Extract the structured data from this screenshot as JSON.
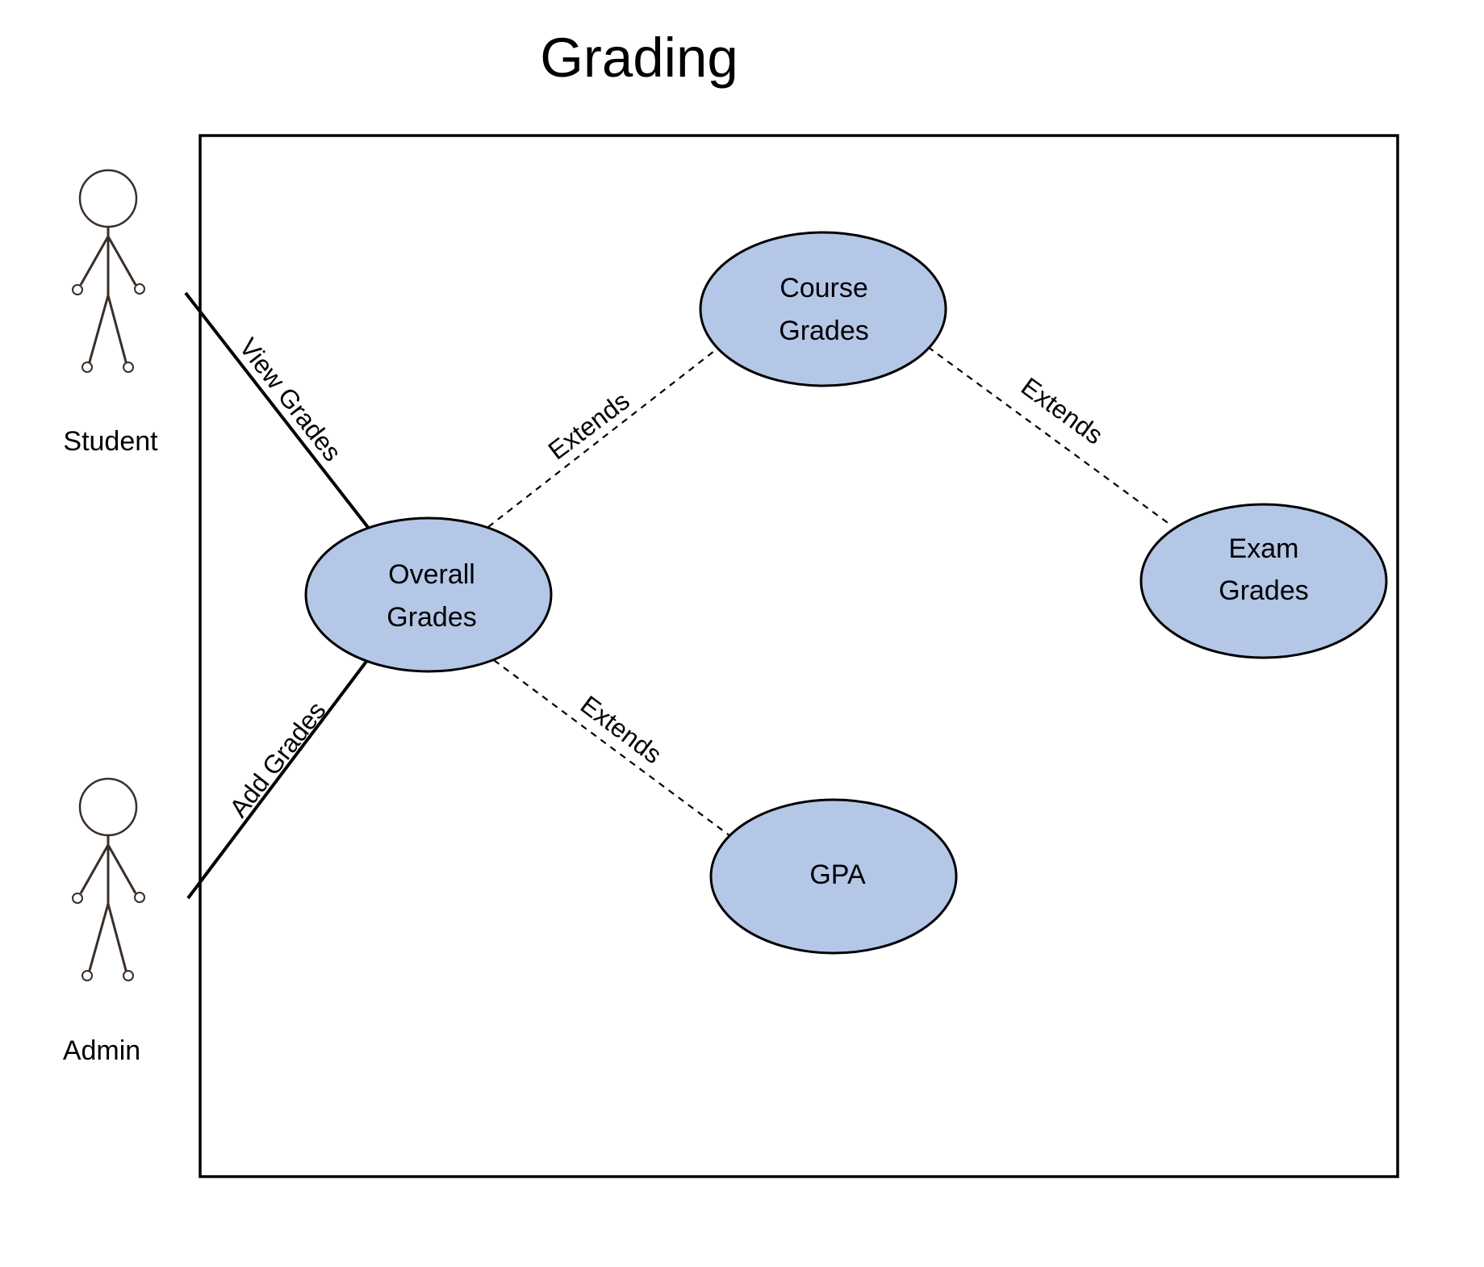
{
  "title": "Grading",
  "actors": {
    "student": "Student",
    "admin": "Admin"
  },
  "use_cases": {
    "overall": [
      "Overall",
      "Grades"
    ],
    "course": [
      "Course",
      "Grades"
    ],
    "exam": [
      "Exam",
      "Grades"
    ],
    "gpa": "GPA"
  },
  "associations": {
    "student_overall": "View Grades",
    "admin_overall": "Add Grades",
    "overall_course": "Extends",
    "course_exam": "Extends",
    "overall_gpa": "Extends"
  },
  "colors": {
    "use_case_fill": "#b4c7e7",
    "stroke": "#000000",
    "actor_stroke": "#3a2e28"
  }
}
